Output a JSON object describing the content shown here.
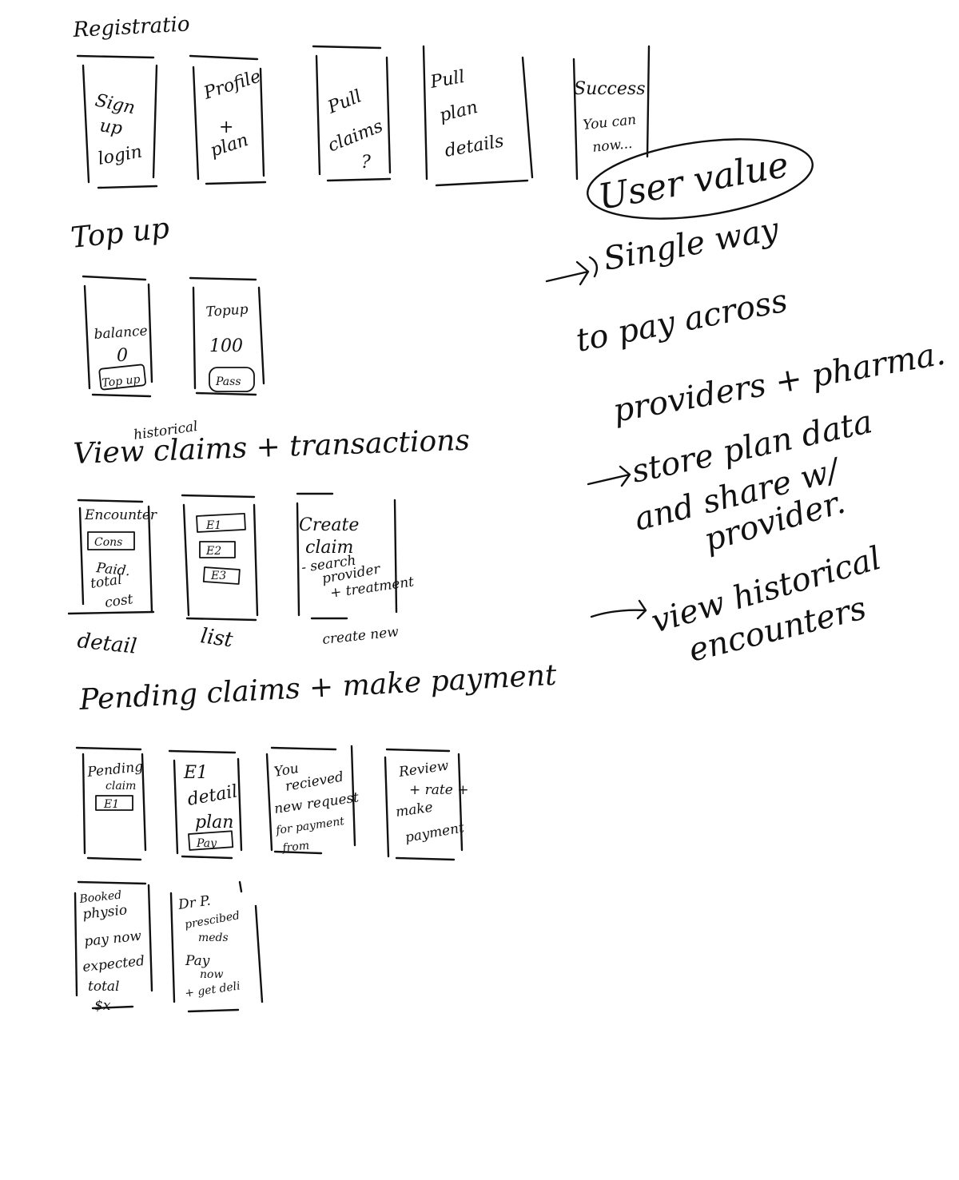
{
  "sections": {
    "registration": {
      "heading": "Registratio",
      "screens": [
        {
          "lines": [
            "Sign",
            "up",
            "login"
          ]
        },
        {
          "lines": [
            "Profile",
            "+",
            "plan"
          ]
        },
        {
          "lines": [
            "Pull",
            "claims",
            "?"
          ]
        },
        {
          "lines": [
            "Pull",
            "plan",
            "details"
          ]
        },
        {
          "lines": [
            "Success",
            "You can",
            "now..."
          ]
        }
      ]
    },
    "topup": {
      "heading": "Top up",
      "screens": [
        {
          "lines": [
            "balance",
            "0"
          ],
          "button": "Top up"
        },
        {
          "lines": [
            "Topup",
            "100"
          ],
          "button": "Pass"
        }
      ]
    },
    "history": {
      "heading": "View claims + transactions",
      "heading_insert": "historical",
      "screens": [
        {
          "lines": [
            "Encounter"
          ],
          "button": "Cons",
          "extra": [
            "Paid.",
            "total",
            "cost"
          ],
          "caption": "detail"
        },
        {
          "items": [
            "E1",
            "E2",
            "E3"
          ],
          "caption": "list"
        },
        {
          "lines": [
            "Create",
            "claim",
            "- search",
            "provider",
            "+ treatment"
          ],
          "caption": "create new"
        }
      ]
    },
    "pending": {
      "heading": "Pending claims + make payment",
      "screens": [
        {
          "lines": [
            "Pending",
            "claim"
          ],
          "button": "E1"
        },
        {
          "lines": [
            "E1",
            "detail",
            "plan"
          ],
          "button": "Pay"
        },
        {
          "lines": [
            "You",
            "recieved",
            "new request",
            "for payment",
            "from"
          ]
        },
        {
          "lines": [
            "Review",
            "+ rate +",
            "make",
            "payment"
          ]
        }
      ],
      "screens_row2": [
        {
          "lines": [
            "Booked",
            "physio",
            "pay now"
          ],
          "extra": [
            "expected",
            "total",
            "$x"
          ]
        },
        {
          "lines": [
            "Dr P.",
            "prescibed",
            "meds"
          ],
          "extra": [
            "Pay",
            "now",
            "+ get deli"
          ]
        }
      ]
    }
  },
  "user_value": {
    "title": "User value",
    "points": [
      {
        "lines": [
          "Single way",
          "to pay across",
          "providers + pharma."
        ]
      },
      {
        "lines": [
          "store plan data",
          "and share w/",
          "provider."
        ]
      },
      {
        "lines": [
          "view historical",
          "encounters"
        ]
      }
    ]
  }
}
